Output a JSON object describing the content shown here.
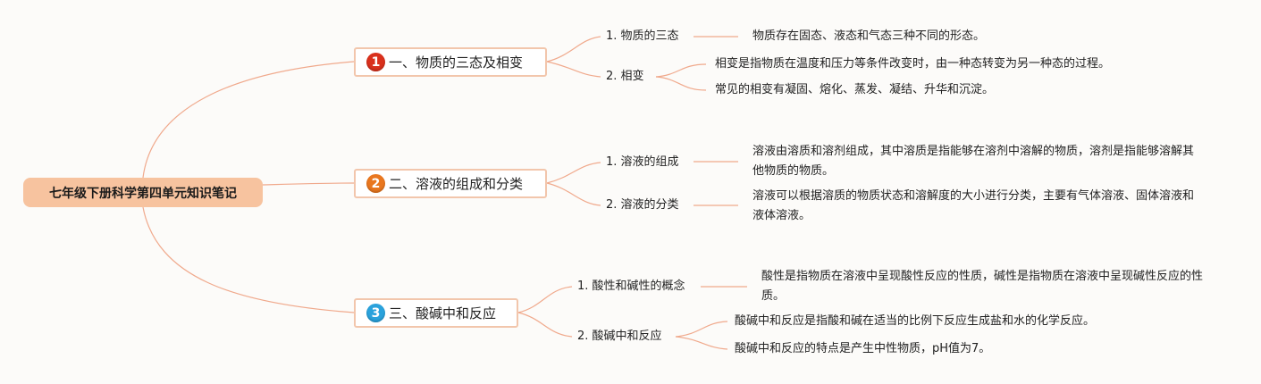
{
  "root": {
    "title": "七年级下册科学第四单元知识笔记"
  },
  "colors": {
    "link": "#f0a98c",
    "badge1": "#d9301c",
    "badge2": "#e9771f",
    "badge3": "#2aa2dc"
  },
  "topics": [
    {
      "number": "1",
      "title": "一、物质的三态及相变",
      "subs": [
        {
          "label": "1. 物质的三态",
          "notes": [
            "物质存在固态、液态和气态三种不同的形态。"
          ]
        },
        {
          "label": "2. 相变",
          "notes": [
            "相变是指物质在温度和压力等条件改变时，由一种态转变为另一种态的过程。",
            "常见的相变有凝固、熔化、蒸发、凝结、升华和沉淀。"
          ]
        }
      ]
    },
    {
      "number": "2",
      "title": "二、溶液的组成和分类",
      "subs": [
        {
          "label": "1. 溶液的组成",
          "notes": [
            "溶液由溶质和溶剂组成，其中溶质是指能够在溶剂中溶解的物质，溶剂是指能够溶解其他物质的物质。"
          ]
        },
        {
          "label": "2. 溶液的分类",
          "notes": [
            "溶液可以根据溶质的物质状态和溶解度的大小进行分类，主要有气体溶液、固体溶液和液体溶液。"
          ]
        }
      ]
    },
    {
      "number": "3",
      "title": "三、酸碱中和反应",
      "subs": [
        {
          "label": "1. 酸性和碱性的概念",
          "notes": [
            "酸性是指物质在溶液中呈现酸性反应的性质，碱性是指物质在溶液中呈现碱性反应的性质。"
          ]
        },
        {
          "label": "2. 酸碱中和反应",
          "notes": [
            "酸碱中和反应是指酸和碱在适当的比例下反应生成盐和水的化学反应。",
            "酸碱中和反应的特点是产生中性物质，pH值为7。"
          ]
        }
      ]
    }
  ]
}
